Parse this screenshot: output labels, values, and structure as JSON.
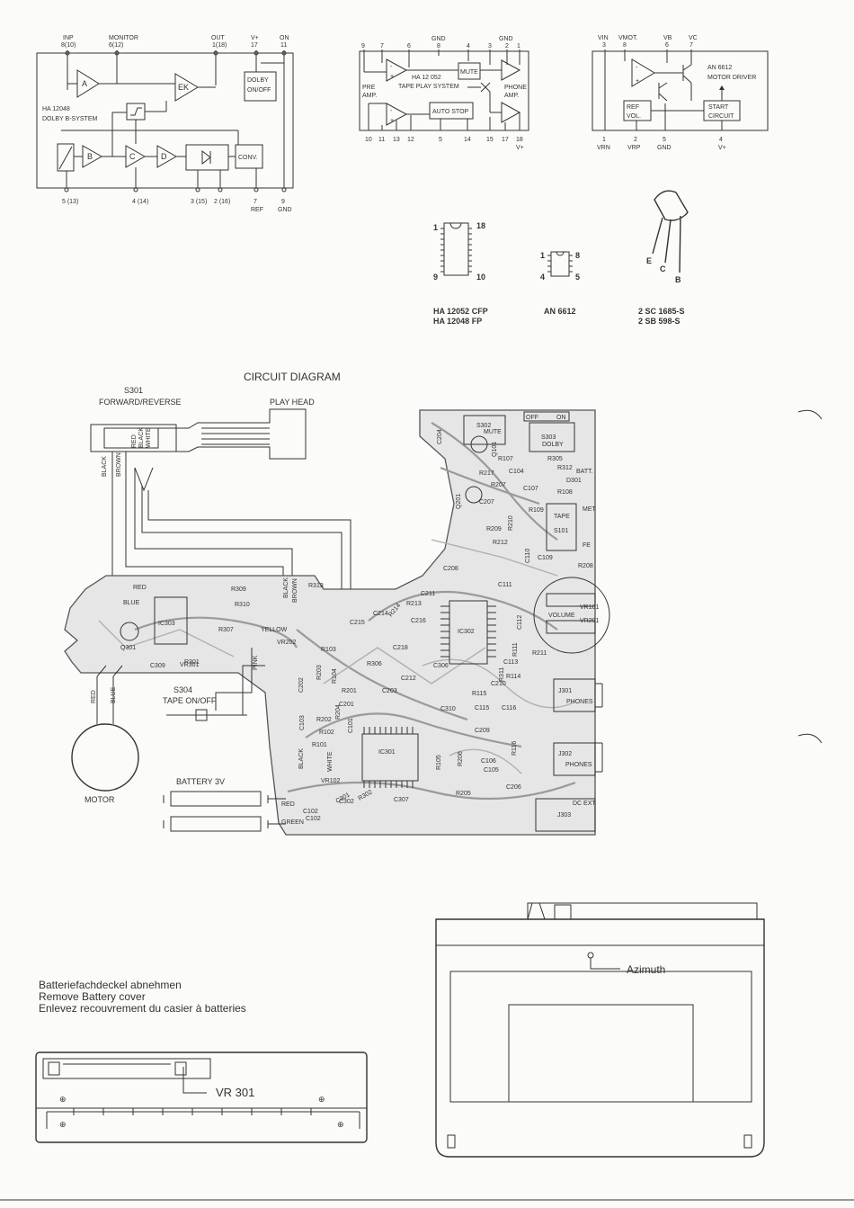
{
  "ic_ha12048": {
    "pin_labels": [
      "INP",
      "8(10)",
      "MONITOR",
      "6(12)",
      "OUT",
      "1(18)",
      "V+",
      "17",
      "ON",
      "11"
    ],
    "bottom_pins": [
      "5 (13)",
      "4 (14)",
      "3 (15)",
      "2 (16)",
      "7",
      "REF",
      "9",
      "GND"
    ],
    "name": "HA 12048",
    "system": "DOLBY B-SYSTEM",
    "blocks": [
      "A",
      "EK",
      "B",
      "C",
      "D",
      "CONV."
    ],
    "dolby_switch": [
      "DOLBY",
      "ON/OFF"
    ]
  },
  "ic_ha12052": {
    "top_pins": [
      "9",
      "7",
      "6",
      "GND",
      "8",
      "4",
      "GND",
      "3",
      "2",
      "1"
    ],
    "bottom_pins": [
      "10",
      "11",
      "13",
      "12",
      "5",
      "14",
      "15",
      "17",
      "18",
      "V+"
    ],
    "name": "HA 12 052",
    "system": "TAPE PLAY SYSTEM",
    "pre_amp": [
      "PRE",
      "AMP."
    ],
    "phone_amp": [
      "PHONE",
      "AMP."
    ],
    "mute": "MUTE",
    "auto_stop": "AUTO STOP"
  },
  "ic_an6612": {
    "top_pins": [
      "VIN",
      "VMOT.",
      "VB",
      "VC",
      "3",
      "8",
      "6",
      "7"
    ],
    "bottom_pins": [
      "1",
      "VRN",
      "2",
      "VRP",
      "5",
      "GND",
      "4",
      "V+"
    ],
    "name": "AN 6612",
    "function": "MOTOR DRIVER",
    "ref_vol": [
      "REF",
      "VOL."
    ],
    "start_circuit": [
      "START",
      "CIRCUIT"
    ]
  },
  "packages": {
    "dip18_pins": [
      "1",
      "18",
      "9",
      "10"
    ],
    "dip18_names": [
      "HA 12052 CFP",
      "HA 12048 FP"
    ],
    "dip8_pins": [
      "1",
      "8",
      "4",
      "5"
    ],
    "dip8_name": "AN 6612",
    "transistor_pins": [
      "E",
      "C",
      "B"
    ],
    "transistor_names": [
      "2 SC 1685-S",
      "2 SB 598-S"
    ]
  },
  "circuit": {
    "title": "CIRCUIT  DIAGRAM",
    "s301": "S301",
    "s301_label": "FORWARD/REVERSE",
    "play_head": "PLAY HEAD",
    "s304": "S304",
    "s304_label": "TAPE  ON/OFF",
    "motor": "MOTOR",
    "battery": "BATTERY  3V",
    "wire_colors": [
      "BLACK",
      "BROWN",
      "RED",
      "BLACK",
      "WHITE",
      "RED",
      "BLUE",
      "RED",
      "BLUE",
      "YELLOW",
      "PINK",
      "BLACK",
      "BROWN",
      "RED",
      "GREEN",
      "BLACK",
      "WHITE"
    ],
    "board_labels": [
      "OFF",
      "ON",
      "S302",
      "MUTE",
      "S303",
      "DOLBY",
      "BATT.",
      "D301",
      "MET",
      "TAPE",
      "S101",
      "FE",
      "VOLUME",
      "VR101",
      "VR201",
      "J301",
      "PHONES",
      "J302",
      "PHONES",
      "DC EXT",
      "J303",
      "IC301",
      "IC302",
      "IC303",
      "Q101",
      "Q201",
      "Q301",
      "VR301",
      "VR202",
      "VR102"
    ],
    "components": [
      "C204",
      "R107",
      "C104",
      "R217",
      "R207",
      "R208",
      "C107",
      "R108",
      "R305",
      "R312",
      "C207",
      "R109",
      "R209",
      "R210",
      "R212",
      "C109",
      "C208",
      "R313",
      "R309",
      "R310",
      "R307",
      "C309",
      "C211",
      "R213",
      "C215",
      "C216",
      "C218",
      "R306",
      "C212",
      "C203",
      "C306",
      "C210",
      "R201",
      "C201",
      "C103",
      "R202",
      "R102",
      "R101",
      "C101",
      "C102",
      "C302",
      "C307",
      "R205",
      "R105",
      "C206",
      "C106",
      "C105",
      "C209",
      "C116",
      "C115",
      "R115",
      "R116",
      "R206",
      "C310",
      "R211",
      "R311",
      "C113",
      "R114",
      "C110",
      "C111",
      "C112",
      "R111",
      "C214",
      "R214",
      "R204",
      "R104",
      "R103",
      "R203",
      "C202",
      "C102",
      "R301",
      "R302",
      "C301"
    ]
  },
  "assembly": {
    "battery_text_de": "Batteriefachdeckel abnehmen",
    "battery_text_en": "Remove Battery cover",
    "battery_text_fr": "Enlevez recouvrement du casier à batteries",
    "vr301": "VR 301",
    "azimuth": "Azimuth"
  }
}
